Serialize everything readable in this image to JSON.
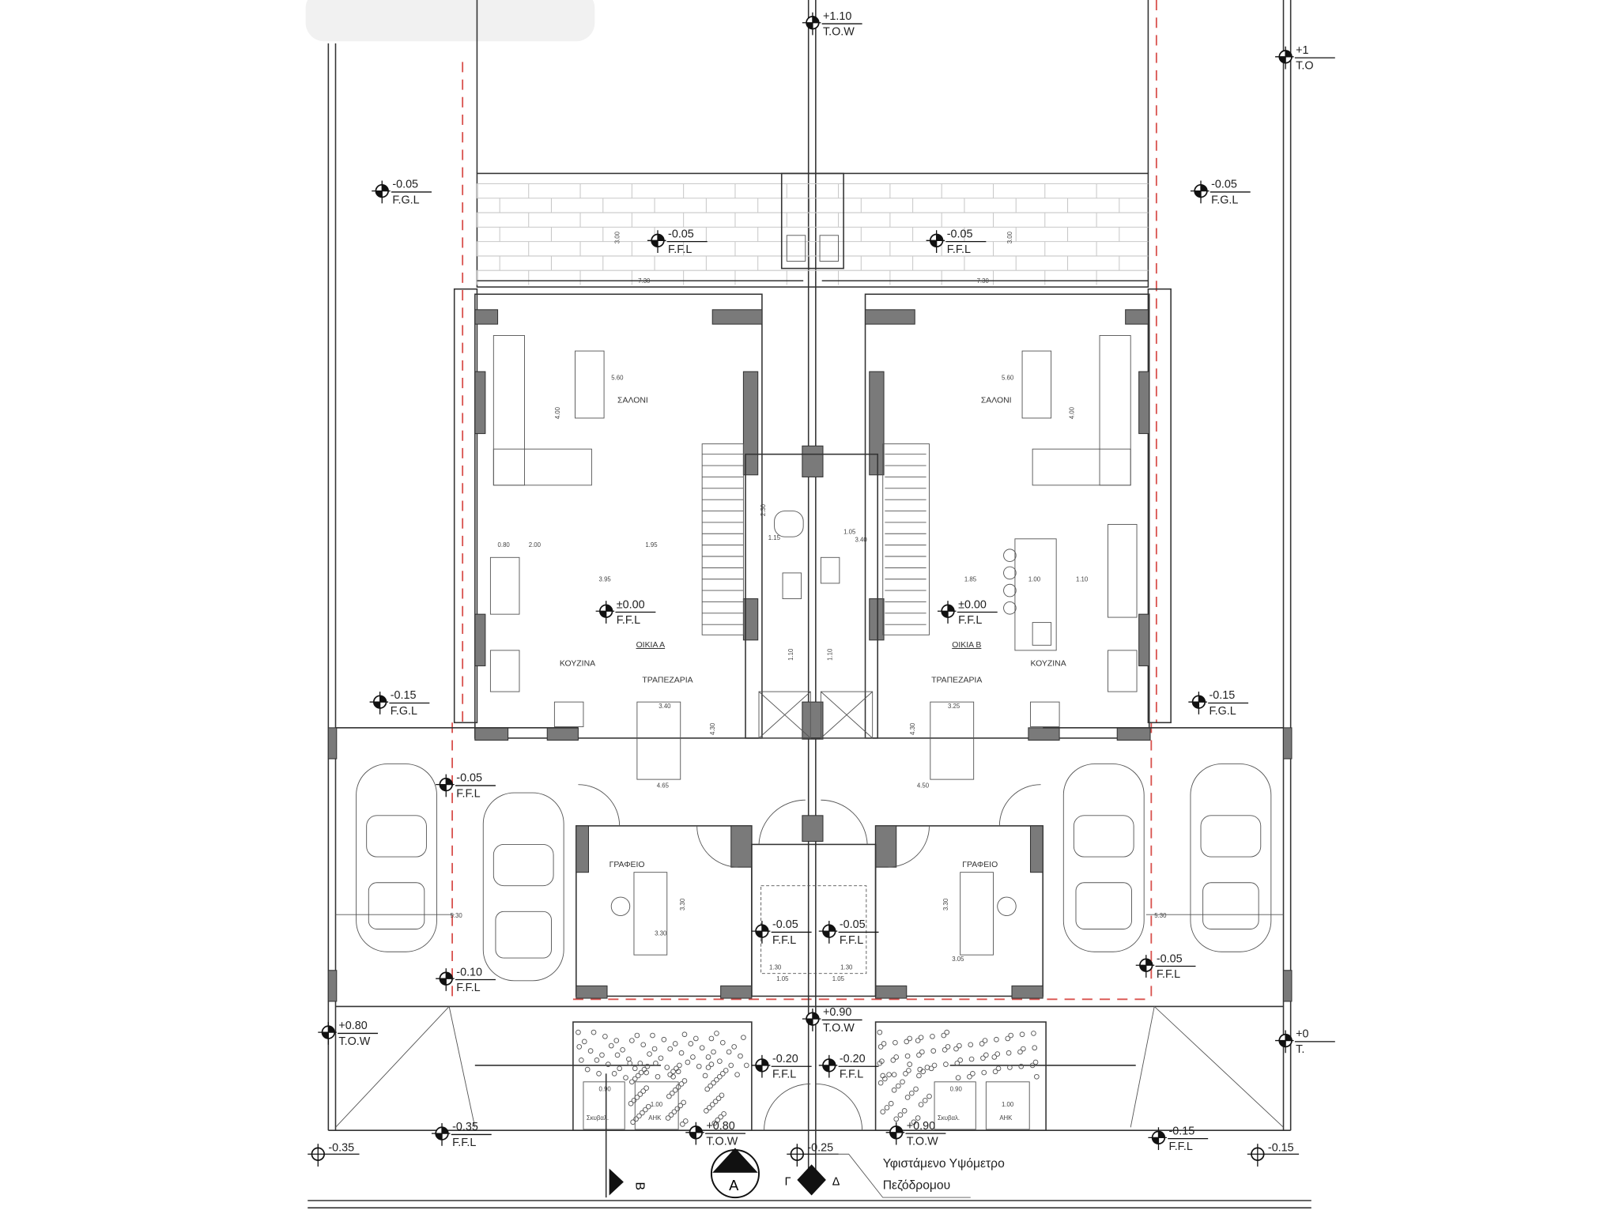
{
  "drawing": {
    "rooms": {
      "saloni_a": "ΣΑΛΟΝΙ",
      "saloni_b": "ΣΑΛΟΝΙ",
      "house_a": "ΟΙΚΙΑ Α",
      "house_b": "ΟΙΚΙΑ Β",
      "kitchen_a": "ΚΟΥΖΙΝΑ",
      "kitchen_b": "ΚΟΥΖΙΝΑ",
      "dining_a": "ΤΡΑΠΕΖΑΡΙΑ",
      "dining_b": "ΤΡΑΠΕΖΑΡΙΑ",
      "office_a": "ΓΡΑΦΕΙΟ",
      "office_b": "ΓΡΑΦΕΙΟ",
      "bins_a": "Σκυβαλ.",
      "bins_b": "Σκυβαλ.",
      "meter_a": "ΑΗΚ",
      "meter_b": "ΑΗΚ"
    },
    "dimensions": {
      "yard_a": "7.30",
      "yard_b": "7.30",
      "yard_depth_a": "3.00",
      "yard_depth_b": "3.00",
      "living_a": "5.60",
      "living_b": "5.60",
      "living_depth_a": "4.00",
      "living_depth_b": "4.00",
      "k_a1": "0.80",
      "k_a2": "2.00",
      "k_a3": "1.95",
      "k_a4": "3.95",
      "k_b1": "1.85",
      "k_b2": "1.00",
      "k_b3": "1.10",
      "stair_a": "2.30",
      "wc_a": "1.15",
      "wc_b": "1.05",
      "stair_b": "3.40",
      "table_a": "3.40",
      "table_b": "3.25",
      "dining_a": "4.65",
      "dining_b": "4.50",
      "dining_h_a": "4.30",
      "dining_h_b": "4.30",
      "garage_a": "5.30",
      "garage_b": "5.30",
      "office_a": "3.30",
      "office_b": "3.05",
      "office_h_a": "3.30",
      "office_h_b": "3.30",
      "entry_a": "1.30",
      "entry_b": "1.30",
      "entry_c": "1.05",
      "entry_d": "1.05",
      "store_a": "0.90",
      "store_b": "0.90",
      "meter_a": "1.00",
      "meter_b": "1.00",
      "passage_a": "1.10",
      "passage_b": "1.10"
    },
    "levels": [
      {
        "value": "+1.10",
        "type": "T.O.W"
      },
      {
        "value": "+1",
        "type": "T.O"
      },
      {
        "value": "-0.05",
        "type": "F.G.L"
      },
      {
        "value": "-0.05",
        "type": "F.G.L"
      },
      {
        "value": "-0.05",
        "type": "F.F.L"
      },
      {
        "value": "-0.05",
        "type": "F.F.L"
      },
      {
        "value": "±0.00",
        "type": "F.F.L"
      },
      {
        "value": "±0.00",
        "type": "F.F.L"
      },
      {
        "value": "-0.15",
        "type": "F.G.L"
      },
      {
        "value": "-0.15",
        "type": "F.G.L"
      },
      {
        "value": "-0.05",
        "type": "F.F.L"
      },
      {
        "value": "-0.10",
        "type": "F.F.L"
      },
      {
        "value": "-0.05",
        "type": "F.F.L"
      },
      {
        "value": "-0.05",
        "type": "F.F.L"
      },
      {
        "value": "-0.05",
        "type": "F.F.L"
      },
      {
        "value": "+0.80",
        "type": "T.O.W"
      },
      {
        "value": "+0.90",
        "type": "T.O.W"
      },
      {
        "value": "-0.20",
        "type": "F.F.L"
      },
      {
        "value": "-0.20",
        "type": "F.F.L"
      },
      {
        "value": "-0.35",
        "type": "F.F.L"
      },
      {
        "value": "+0.80",
        "type": "T.O.W"
      },
      {
        "value": "+0.90",
        "type": "T.O.W"
      },
      {
        "value": "-0.15",
        "type": "F.F.L"
      },
      {
        "value": "+0",
        "type": "T."
      },
      {
        "value": "-0.35",
        "type": ""
      },
      {
        "value": "-0.25",
        "type": ""
      },
      {
        "value": "-0.15",
        "type": ""
      }
    ],
    "annotation": {
      "line1": "Υφιστάμενο Υψόμετρο",
      "line2": "Πεζόδρομου"
    },
    "sections": {
      "a": "A",
      "b": "B",
      "g": "Γ",
      "d": "Δ"
    },
    "colors": {
      "walls": "#7a7a7a",
      "boundary": "#d9534f",
      "lines": "#333333"
    }
  }
}
